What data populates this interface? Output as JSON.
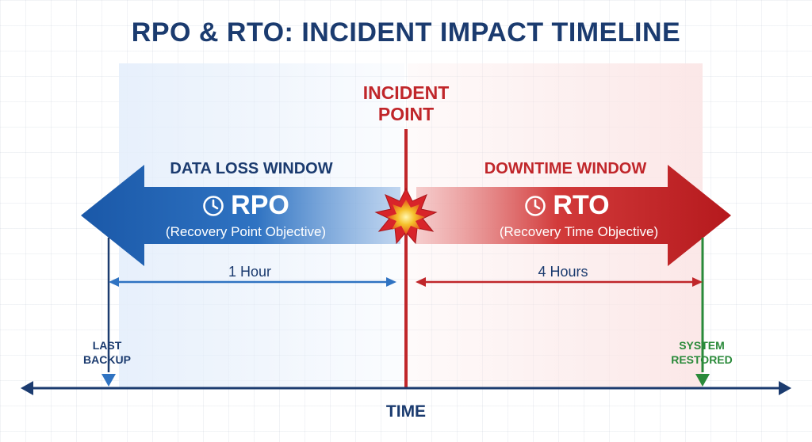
{
  "title": "RPO & RTO: INCIDENT IMPACT TIMELINE",
  "incident": {
    "label": "INCIDENT POINT"
  },
  "rpo": {
    "window_label": "DATA LOSS WINDOW",
    "abbr": "RPO",
    "full_name": "(Recovery Point Objective)",
    "duration": "1 Hour",
    "marker_label": "LAST BACKUP",
    "icon": "clock-icon"
  },
  "rto": {
    "window_label": "DOWNTIME WINDOW",
    "abbr": "RTO",
    "full_name": "(Recovery Time Objective)",
    "duration": "4 Hours",
    "marker_label": "SYSTEM RESTORED",
    "icon": "clock-icon"
  },
  "axis": {
    "label": "TIME"
  },
  "colors": {
    "navy": "#1b3b6f",
    "rpo_blue": "#1e5fae",
    "rto_red": "#c0262a",
    "restored_green": "#2a8a3a",
    "burst_orange": "#f0a020"
  }
}
